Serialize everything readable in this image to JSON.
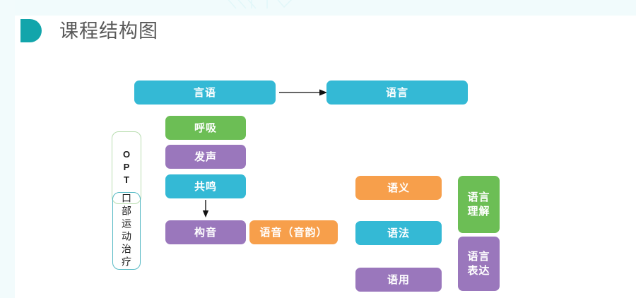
{
  "page": {
    "title": "课程结构图",
    "accent_color": "#12a5ab",
    "background_color": "#ffffff",
    "band_color": "#f1fbfc"
  },
  "palette": {
    "teal": "#34b9d5",
    "green": "#6cbe55",
    "purple": "#9a77bc",
    "orange": "#f79f4b",
    "arrow": "#333333",
    "border_green": "#b9ddb0",
    "border_teal": "#55b9c4"
  },
  "diagram": {
    "type": "flow-diagram",
    "top_row": {
      "source": "言语",
      "target": "语言",
      "arrow": "right-arrow"
    },
    "opt_bracket": {
      "abbrev": "OPT",
      "abbrev_letters": "OPT",
      "full_name": "口部运动治疗"
    },
    "speech_chain": [
      {
        "label": "呼吸",
        "color": "green"
      },
      {
        "label": "发声",
        "color": "purple"
      },
      {
        "label": "共鸣",
        "color": "teal"
      },
      {
        "label": "构音",
        "color": "purple"
      }
    ],
    "chain_arrow": "down-arrow",
    "phonology": {
      "label": "语音（音韵）",
      "color": "orange"
    },
    "language_components": [
      {
        "label": "语义",
        "color": "orange"
      },
      {
        "label": "语法",
        "color": "teal"
      },
      {
        "label": "语用",
        "color": "purple"
      }
    ],
    "language_modalities": [
      {
        "label": "语言理解",
        "color": "green"
      },
      {
        "label": "语言表达",
        "color": "purple"
      }
    ]
  }
}
